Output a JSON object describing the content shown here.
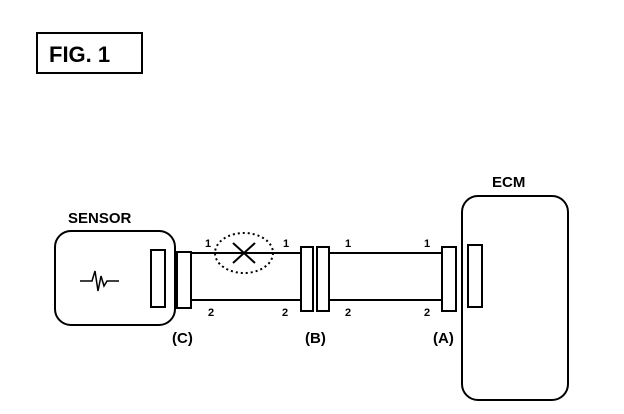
{
  "figure": {
    "label": "FIG. 1"
  },
  "components": {
    "sensor": {
      "label": "SENSOR"
    },
    "ecm": {
      "label": "ECM"
    }
  },
  "connectors": {
    "c": {
      "label": "(C)"
    },
    "b": {
      "label": "(B)"
    },
    "a": {
      "label": "(A)"
    }
  },
  "wires": {
    "c_b": {
      "pin_top_left": "1",
      "pin_top_right": "1",
      "pin_bottom_left": "2",
      "pin_bottom_right": "2"
    },
    "b_a": {
      "pin_top_left": "1",
      "pin_top_right": "1",
      "pin_bottom_left": "2",
      "pin_bottom_right": "2"
    }
  }
}
